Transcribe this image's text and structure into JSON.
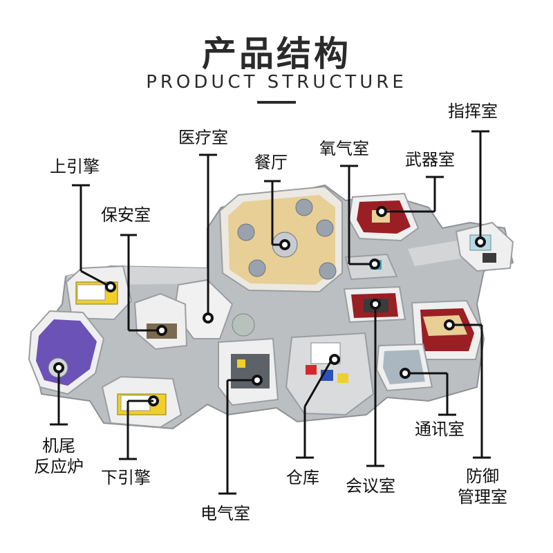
{
  "header": {
    "title_cn": "产品结构",
    "title_en": "PRODUCT STRUCTURE"
  },
  "labels": {
    "upper_engine": "上引擎",
    "security": "保安室",
    "medbay": "医疗室",
    "cafeteria": "餐厅",
    "o2": "氧气室",
    "weapons": "武器室",
    "navigation": "指挥室",
    "reactor_line1": "机尾",
    "reactor_line2": "反应炉",
    "lower_engine": "下引擎",
    "electrical": "电气室",
    "storage": "仓库",
    "admin": "会议室",
    "communications": "通讯室",
    "shields_line1": "防御",
    "shields_line2": "管理室"
  },
  "colors": {
    "ink": "#111111",
    "floor_grey": "#c9cbcd",
    "wall_white": "#f4f4f4",
    "cafeteria_tan": "#e7cf96",
    "reactor_purple": "#6b52b6",
    "engine_yellow": "#f0cf2a",
    "room_red": "#9a1f24"
  }
}
